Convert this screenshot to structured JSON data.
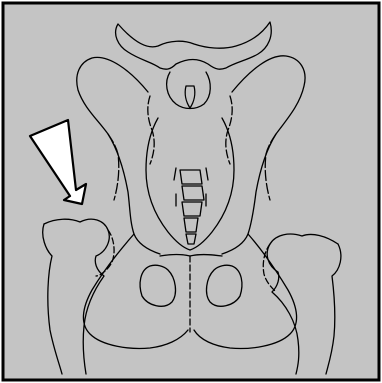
{
  "figure": {
    "subject": "pelvis-and-hip-line-drawing",
    "colors": {
      "background": "#c4c4c4",
      "outline": "#000000",
      "arrow_fill": "#ffffff",
      "frame_border": "#000000",
      "page": "#ffffff"
    },
    "structures": [
      {
        "name": "left-iliac-wing",
        "side": "left"
      },
      {
        "name": "right-iliac-wing",
        "side": "right"
      },
      {
        "name": "sacrum",
        "side": "center"
      },
      {
        "name": "coccyx",
        "side": "center"
      },
      {
        "name": "left-obturator-foramen",
        "side": "left"
      },
      {
        "name": "right-obturator-foramen",
        "side": "right"
      },
      {
        "name": "pubic-symphysis",
        "side": "center"
      },
      {
        "name": "left-femur-head",
        "side": "left"
      },
      {
        "name": "right-femur-head",
        "side": "right"
      },
      {
        "name": "lumbar-vertebra",
        "side": "center"
      }
    ],
    "pointer": {
      "icon": "down-right-arrow-icon",
      "target": "left-femur-head"
    }
  }
}
